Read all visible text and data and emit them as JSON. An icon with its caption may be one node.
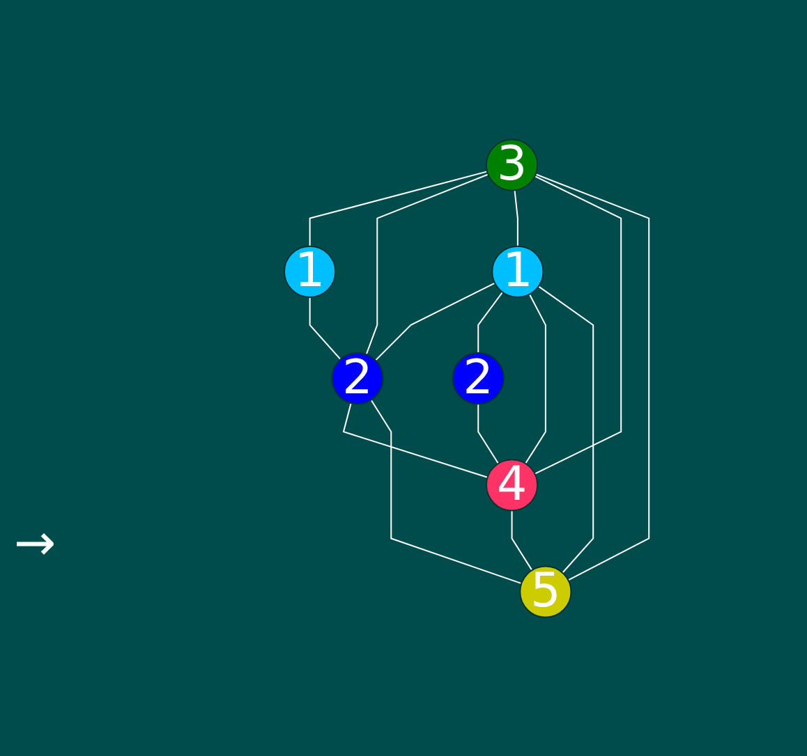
{
  "diagram": {
    "nodes": [
      {
        "text": [
          "1"
        ]
      },
      {
        "text": [
          "3"
        ]
      },
      {
        "text": [
          "2"
        ]
      },
      {
        "text": [
          "1"
        ]
      },
      {
        "text": [
          "2"
        ]
      },
      {
        "text": [
          "4"
        ]
      },
      {
        "text": [
          "5"
        ]
      }
    ],
    "edges": [
      {
        "from": 1,
        "to": 0,
        "arrow": "none"
      },
      {
        "from": 0,
        "to": 2,
        "arrow": "none"
      },
      {
        "from": 1,
        "to": 2,
        "arrow": "none"
      },
      {
        "from": 1,
        "to": 3,
        "arrow": "none"
      },
      {
        "from": 1,
        "to": 5,
        "arrow": "none"
      },
      {
        "from": 1,
        "to": 6,
        "arrow": "none"
      },
      {
        "from": 3,
        "to": 2,
        "arrow": "none"
      },
      {
        "from": 3,
        "to": 4,
        "arrow": "none"
      },
      {
        "from": 3,
        "to": 5,
        "arrow": "none"
      },
      {
        "from": 3,
        "to": 6,
        "arrow": "none"
      },
      {
        "from": 2,
        "to": 5,
        "arrow": "none"
      },
      {
        "from": 2,
        "to": 6,
        "arrow": "none"
      },
      {
        "from": 4,
        "to": 5,
        "arrow": "none"
      },
      {
        "from": 5,
        "to": 6,
        "arrow": "none"
      }
    ],
    "labels": [
      "→"
    ]
  }
}
